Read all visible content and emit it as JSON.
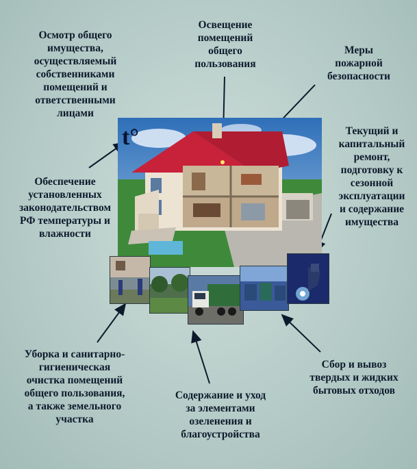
{
  "labels": {
    "inspection": "Осмотр общего\nимущества,\nосуществляемый\nсобственниками\nпомещений и\nответственными\nлицами",
    "lighting": "Освещение\nпомещений\nобщего\nпользования",
    "fire": "Меры\nпожарной\nбезопасности",
    "repair": "Текущий и\nкапитальный\nремонт,\nподготовку к\nсезонной\nэксплуатации\nи содержание\nимущества",
    "temperature": "Обеспечение\nустановленных\nзаконодательством\nРФ температуры и\nвлажности",
    "cleaning": "Уборка и санитарно-\nгигиеническая\nочистка помещений\nобщего пользования,\nа также земельного\nучастка",
    "landscaping": "Содержание и уход\nза элементами\nозеленения и\nблагоустройства",
    "waste": "Сбор и вывоз\nтвердых и жидких\nбытовых отходов"
  },
  "temp_symbol": "t°",
  "icons": {
    "house": "house-cutaway-icon",
    "truck": "garbage-truck-icon",
    "welder": "welder-icon"
  },
  "colors": {
    "text": "#0d1a2c",
    "roof": "#c8213a",
    "sky": "#4a86c8",
    "grass": "#3f8a3a"
  }
}
